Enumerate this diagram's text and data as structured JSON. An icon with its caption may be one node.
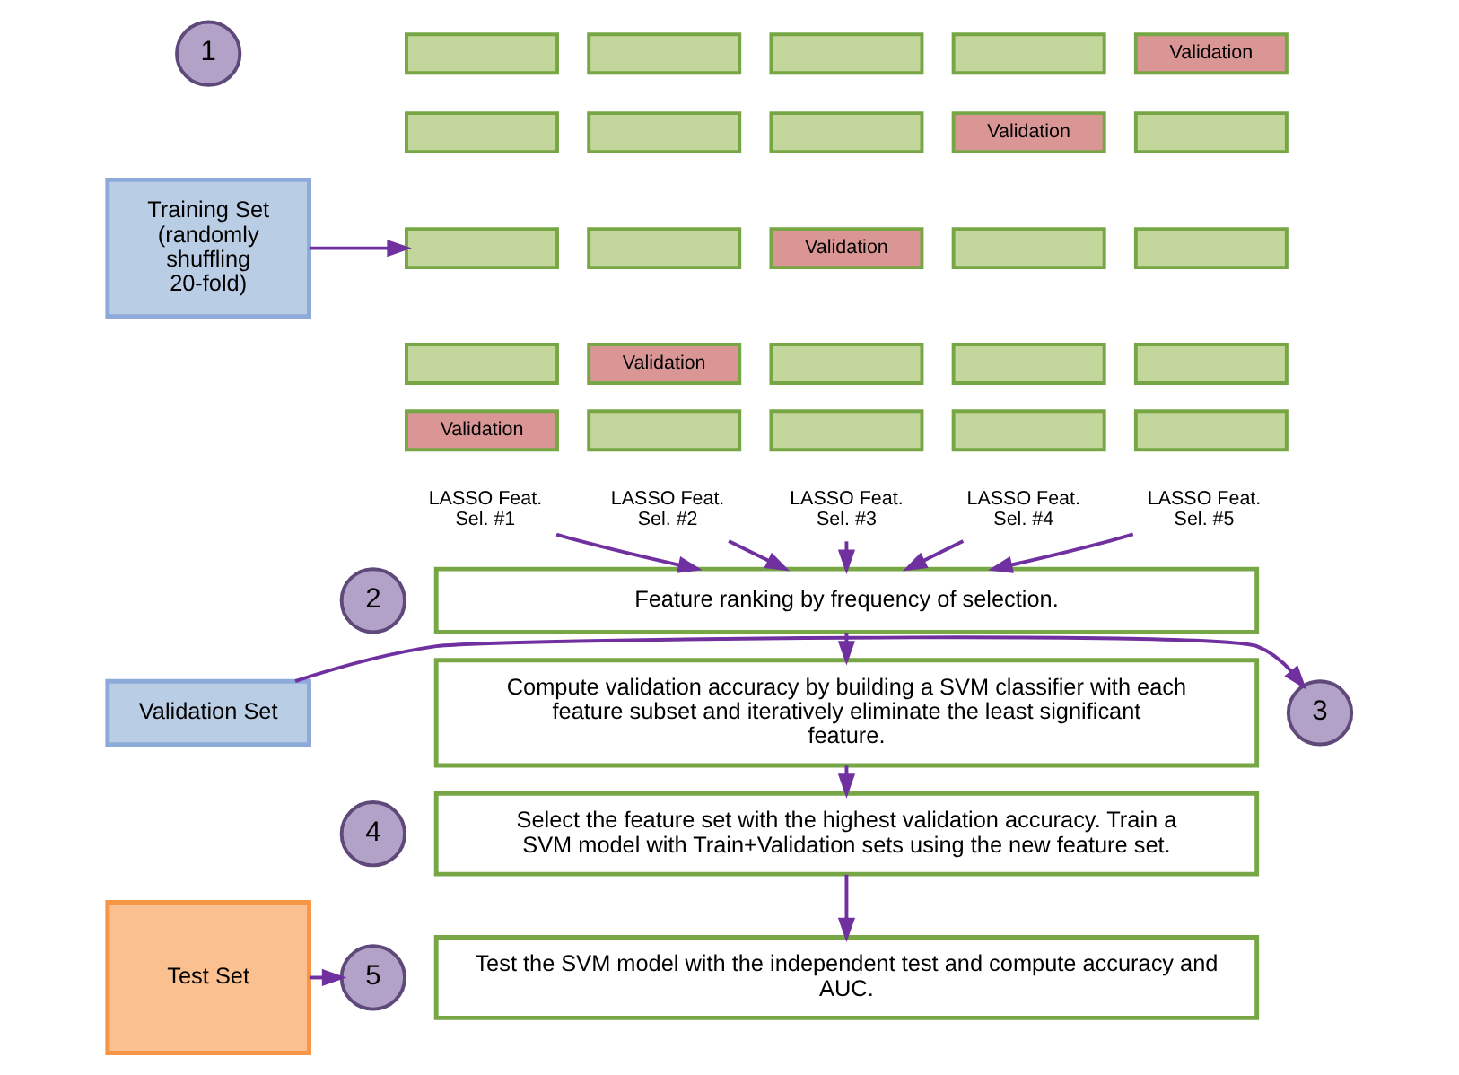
{
  "diagram": {
    "nodes": [
      {
        "text": [
          "1"
        ]
      },
      {
        "text": [
          "Training Set",
          "(randomly shuffling 20-fold)"
        ]
      },
      {
        "text": [],
        "shape": "box"
      },
      {
        "text": [],
        "shape": "box"
      },
      {
        "text": [],
        "shape": "box"
      },
      {
        "text": [],
        "shape": "box"
      },
      {
        "text": [
          "Validation"
        ]
      },
      {
        "text": [],
        "shape": "box"
      },
      {
        "text": [],
        "shape": "box"
      },
      {
        "text": [],
        "shape": "box"
      },
      {
        "text": [
          "Validation"
        ]
      },
      {
        "text": [],
        "shape": "box"
      },
      {
        "text": [],
        "shape": "box"
      },
      {
        "text": [],
        "shape": "box"
      },
      {
        "text": [
          "Validation"
        ]
      },
      {
        "text": [],
        "shape": "box"
      },
      {
        "text": [],
        "shape": "box"
      },
      {
        "text": [],
        "shape": "box"
      },
      {
        "text": [
          "Validation"
        ]
      },
      {
        "text": [],
        "shape": "box"
      },
      {
        "text": [],
        "shape": "box"
      },
      {
        "text": [],
        "shape": "box"
      },
      {
        "text": [
          "Validation"
        ]
      },
      {
        "text": [],
        "shape": "box"
      },
      {
        "text": [],
        "shape": "box"
      },
      {
        "text": [],
        "shape": "box"
      },
      {
        "text": [],
        "shape": "box"
      },
      {
        "text": [
          "LASSO Feat. Sel. #1"
        ]
      },
      {
        "text": [
          "LASSO Feat. Sel. #2"
        ]
      },
      {
        "text": [
          "LASSO Feat. Sel. #3"
        ]
      },
      {
        "text": [
          "LASSO Feat. Sel. #4"
        ]
      },
      {
        "text": [
          "LASSO Feat. Sel. #5"
        ]
      },
      {
        "text": [
          "2"
        ]
      },
      {
        "text": [
          "Feature ranking by frequency of selection."
        ]
      },
      {
        "text": [
          "Validation Set"
        ]
      },
      {
        "text": [
          "3"
        ]
      },
      {
        "text": [
          "Compute validation accuracy by building a SVM classifier with each feature subset and iteratively eliminate the least significant feature."
        ]
      },
      {
        "text": [
          "4"
        ]
      },
      {
        "text": [
          "Select the feature set with the highest validation accuracy. Train a SVM model with Train+Validation sets using the new feature set."
        ]
      },
      {
        "text": [
          "Test Set"
        ]
      },
      {
        "text": [
          "5"
        ]
      },
      {
        "text": [
          "Test the SVM model with the independent test and compute accuracy and AUC."
        ]
      }
    ],
    "edges": [
      {
        "from": 1,
        "to": 4,
        "arrow": "to"
      },
      {
        "from": 27,
        "to": 33,
        "arrow": "to"
      },
      {
        "from": 28,
        "to": 33,
        "arrow": "to"
      },
      {
        "from": 29,
        "to": 33,
        "arrow": "to"
      },
      {
        "from": 30,
        "to": 33,
        "arrow": "to"
      },
      {
        "from": 31,
        "to": 33,
        "arrow": "to"
      },
      {
        "from": 33,
        "to": 36,
        "arrow": "to"
      },
      {
        "from": 34,
        "to": 35,
        "arrow": "to"
      },
      {
        "from": 36,
        "to": 38,
        "arrow": "to"
      },
      {
        "from": 39,
        "to": 40,
        "arrow": "to"
      },
      {
        "from": 38,
        "to": 41,
        "arrow": "to"
      }
    ]
  }
}
